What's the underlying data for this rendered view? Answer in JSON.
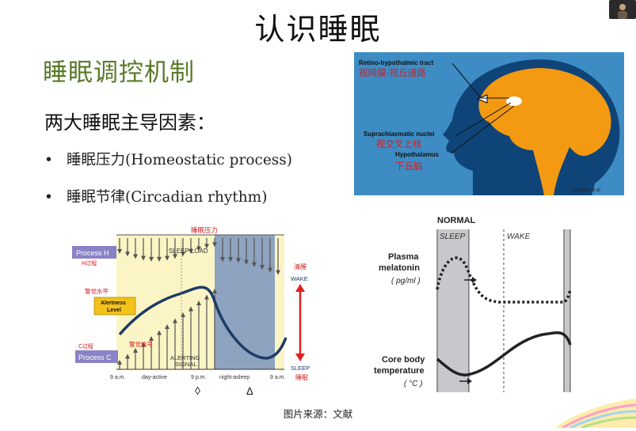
{
  "slide": {
    "title": "认识睡眠",
    "subtitle": "睡眠调控机制",
    "factors_heading": "两大睡眠主导因素：",
    "bullets": [
      {
        "marker": "•",
        "text": "睡眠压力(Homeostatic process)"
      },
      {
        "marker": "•",
        "text": "睡眠节律(Circadian rhythm)"
      }
    ],
    "caption": "图片来源：文献"
  },
  "brain_figure": {
    "retino_en": "Retino-hypothalmic tract",
    "retino_zh": "视网膜-视丘通路",
    "scn_en": "Suprachiasmatic nuclei",
    "scn_zh": "视交叉上核",
    "hypo_en": "Hypothalamus",
    "hypo_zh": "下丘脑",
    "credit": "Czeisler et al",
    "colors": {
      "background": "#3d8cc4",
      "brain": "#f39a12",
      "head": "#0f4478",
      "label_zh": "#d02020"
    }
  },
  "sleep_diagram": {
    "top_label": "睡眠压力",
    "sleep_load": "SLEEP LOAD",
    "process_h": "Process H",
    "process_h_zh": "H过程",
    "alert_zh": "警觉水平",
    "alertness_1": "Alertness",
    "alertness_2": "Level",
    "signal_zh": "警觉信号",
    "alerting_1": "ALERTING",
    "alerting_2": "SIGNAL",
    "process_c_zh": "C过程",
    "process_c": "Process C",
    "wake_zh": "清醒",
    "wake": "WAKE",
    "sleep": "SLEEP",
    "sleep_zh": "睡眠",
    "x_ticks": [
      "9 a.m.",
      "day-active",
      "9 p.m.",
      "night-asleep",
      "9 a.m."
    ],
    "marker_diamond": "◊",
    "marker_delta": "Δ",
    "colors": {
      "day": "#fbf4c4",
      "night": "#8da3bf",
      "process_box": "#8a82c6",
      "alertness_box": "#f3c21a",
      "curve": "#1e3a66",
      "arrow": "#e02020"
    }
  },
  "normal_chart": {
    "title": "NORMAL",
    "sleep_label": "SLEEP",
    "wake_label": "WAKE",
    "melatonin_1": "Plasma",
    "melatonin_2": "melatonin",
    "melatonin_unit": "( pg/ml )",
    "temp_1": "Core body",
    "temp_2": "temperature",
    "temp_unit": "( °C )"
  }
}
